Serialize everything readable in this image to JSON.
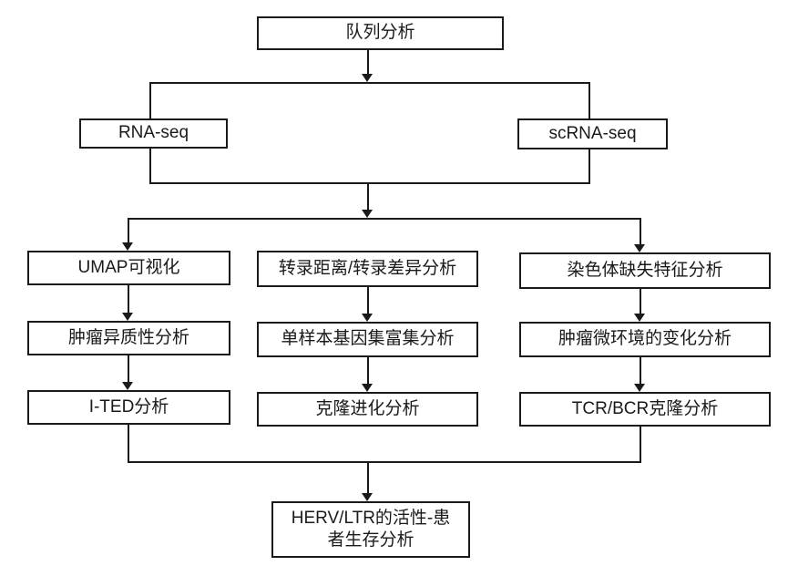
{
  "diagram": {
    "type": "flowchart",
    "colors": {
      "background": "#ffffff",
      "box_border": "#1a1a1a",
      "line": "#1a1a1a",
      "text": "#1a1a1a"
    },
    "nodes": {
      "cohort": {
        "label": "队列分析"
      },
      "rnaseq": {
        "label": "RNA-seq"
      },
      "scrnaseq": {
        "label": "scRNA-seq"
      },
      "umap": {
        "label": "UMAP可视化"
      },
      "tumor_heterogeneity": {
        "label": "肿瘤异质性分析"
      },
      "ited": {
        "label": "I-TED分析"
      },
      "transcription_distance": {
        "label": "转录距离/转录差异分析"
      },
      "ssgsea": {
        "label": "单样本基因集富集分析"
      },
      "clonal_evolution": {
        "label": "克隆进化分析"
      },
      "chromosome_loss": {
        "label": "染色体缺失特征分析"
      },
      "tme_change": {
        "label": "肿瘤微环境的变化分析"
      },
      "tcr_bcr": {
        "label": "TCR/BCR克隆分析"
      },
      "herv_ltr": {
        "label": "HERV/LTR的活性-患者生存分析",
        "line1": "HERV/LTR的活性-患",
        "line2": "者生存分析"
      }
    },
    "edges": [
      {
        "from": "cohort",
        "to": "rnaseq"
      },
      {
        "from": "cohort",
        "to": "scrnaseq"
      },
      {
        "from": "rnaseq",
        "to": "umap"
      },
      {
        "from": "rnaseq",
        "to": "transcription_distance"
      },
      {
        "from": "rnaseq",
        "to": "chromosome_loss"
      },
      {
        "from": "scrnaseq",
        "to": "umap"
      },
      {
        "from": "scrnaseq",
        "to": "transcription_distance"
      },
      {
        "from": "scrnaseq",
        "to": "chromosome_loss"
      },
      {
        "from": "umap",
        "to": "tumor_heterogeneity"
      },
      {
        "from": "tumor_heterogeneity",
        "to": "ited"
      },
      {
        "from": "transcription_distance",
        "to": "ssgsea"
      },
      {
        "from": "ssgsea",
        "to": "clonal_evolution"
      },
      {
        "from": "chromosome_loss",
        "to": "tme_change"
      },
      {
        "from": "tme_change",
        "to": "tcr_bcr"
      },
      {
        "from": "ited",
        "to": "herv_ltr"
      },
      {
        "from": "clonal_evolution",
        "to": "herv_ltr"
      },
      {
        "from": "tcr_bcr",
        "to": "herv_ltr"
      }
    ]
  }
}
